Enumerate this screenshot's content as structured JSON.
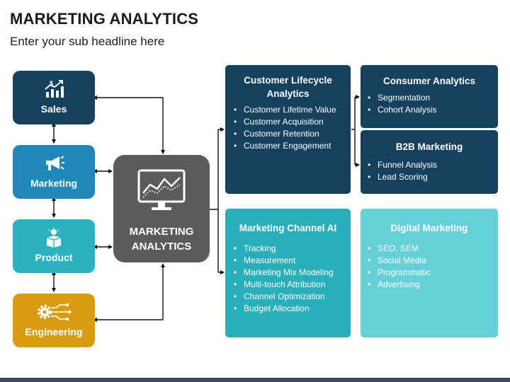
{
  "header": {
    "title": "MARKETING ANALYTICS",
    "subtitle": "Enter your sub headline here"
  },
  "left_nodes": [
    {
      "label": "Sales",
      "icon": "sales-chart-icon",
      "color": "#15415f"
    },
    {
      "label": "Marketing",
      "icon": "megaphone-icon",
      "color": "#1f88b8"
    },
    {
      "label": "Product",
      "icon": "product-box-icon",
      "color": "#2bb1bf"
    },
    {
      "label": "Engineering",
      "icon": "gear-circuit-icon",
      "color": "#d99b10"
    }
  ],
  "center": {
    "line1": "MARKETING",
    "line2": "ANALYTICS",
    "icon": "analytics-monitor-icon",
    "color": "#5b5b5b"
  },
  "panels": {
    "customer_lifecycle": {
      "title_line1": "Customer Lifecycle",
      "title_line2": "Analytics",
      "items": [
        "Customer Lifetime Value",
        "Customer Acquisition",
        "Customer Retention",
        "Customer Engagement"
      ],
      "color": "#15415f"
    },
    "consumer_analytics": {
      "title": "Consumer Analytics",
      "items": [
        "Segmentation",
        "Cohort Analysis"
      ],
      "color": "#15415f"
    },
    "b2b_marketing": {
      "title": "B2B Marketing",
      "items": [
        "Funnel Analysis",
        "Lead Scoring"
      ],
      "color": "#15415f"
    },
    "marketing_channel": {
      "title": "Marketing Channel AI",
      "items": [
        "Tracking",
        "Measurement",
        "Marketing Mix Modeling",
        "Multi-touch Attribution",
        "Channel Optimization",
        "Budget Allocation"
      ],
      "color": "#2aaeb9"
    },
    "digital_marketing": {
      "title": "Digital Marketing",
      "items": [
        "SEO, SEM",
        "Social Media",
        "Programmatic",
        "Advertising"
      ],
      "color": "#66d0d8"
    }
  }
}
